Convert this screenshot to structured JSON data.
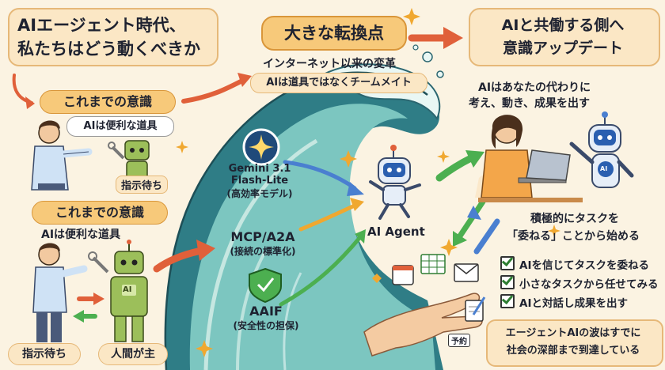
{
  "title": {
    "line1": "AIエージェント時代、",
    "line2": "私たちはどう動くべきか"
  },
  "turning_point": {
    "heading": "大きな転換点",
    "sub1": "インターネット以来の変革",
    "sub2": "AIは道具ではなくチームメイト"
  },
  "collab": {
    "line1": "AIと共働する側へ",
    "line2": "意識アップデート"
  },
  "collab_desc": {
    "line1": "AIはあなたの代わりに",
    "line2": "考え、動き、成果を出す"
  },
  "past_top": {
    "label": "これまでの意識",
    "speech": "AIは便利な道具",
    "waiting": "指示待ち"
  },
  "past_bottom": {
    "label": "これまでの意識",
    "speech": "AIは便利な道具",
    "waiting": "指示待ち",
    "human_main": "人間が主"
  },
  "robot_badge": "AI",
  "wave_items": [
    {
      "line1": "Gemini 3.1",
      "line2": "Flash-Lite",
      "line3": "(高効率モデル)"
    },
    {
      "line1": "MCP/A2A",
      "line2": "(接続の標準化)"
    },
    {
      "line1": "AAIF",
      "line2": "(安全性の担保)"
    }
  ],
  "agent_label": "AI Agent",
  "delegate": {
    "line1": "積極的にタスクを",
    "line2": "「委ねる」ことから始める"
  },
  "checklist": [
    "AIを信じてタスクを委ねる",
    "小さなタスクから任せてみる",
    "AIと対話し成果を出す"
  ],
  "reservation_tag": "予約",
  "footer": {
    "line1": "エージェントAIの波はすでに",
    "line2": "社会の深部まで到達している"
  },
  "colors": {
    "wave_dark": "#2f7d86",
    "wave_light": "#7cc6c0",
    "orange_pill": "#f7c97a",
    "arrow_red": "#e0603a",
    "arrow_green": "#4caf50",
    "arrow_blue": "#4a7fd0"
  }
}
